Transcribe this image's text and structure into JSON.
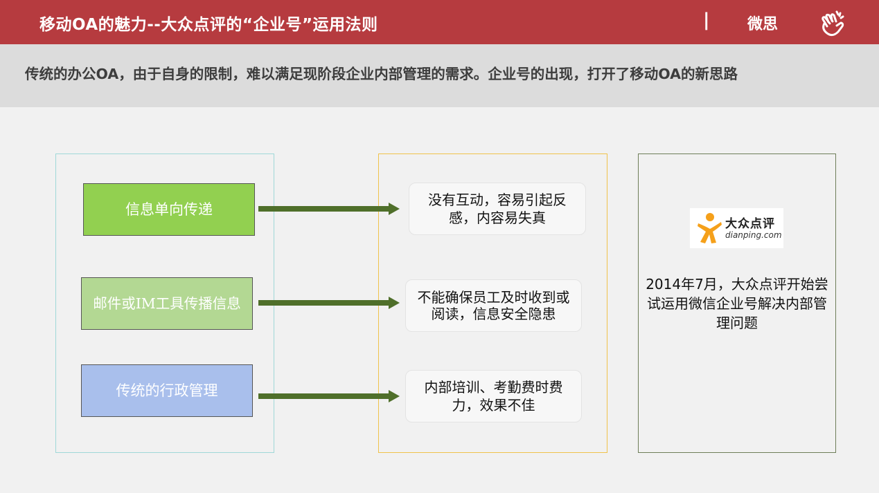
{
  "header": {
    "title": "移动OA的魅力--大众点评的“企业号”运用法则",
    "separator": "|",
    "brand": "微思"
  },
  "subtitle": "传统的办公OA，由于自身的限制，难以满足现阶段企业内部管理的需求。企业号的出现，打开了移动OA的新思路",
  "causes": [
    {
      "label": "信息单向传递"
    },
    {
      "label": "邮件或IM工具传播信息"
    },
    {
      "label": "传统的行政管理"
    }
  ],
  "effects": [
    {
      "text": "没有互动，容易引起反感，内容易失真"
    },
    {
      "text": "不能确保员工及时收到或阅读，信息安全隐患"
    },
    {
      "text": "内部培训、考勤费时费力，效果不佳"
    }
  ],
  "logo": {
    "name_cn": "大众点评",
    "name_en": "dianping.com"
  },
  "result": {
    "text": "2014年7月，大众点评开始尝试运用微信企业号解决内部管理问题"
  },
  "colors": {
    "header_bg": "#b63b3f",
    "arrow": "#4f6f2a",
    "logo_orange": "#f5a01a"
  },
  "icons": {
    "header_logo": "hand-wave-icon",
    "arrow": "right-arrow-icon",
    "dianping_mark": "dianping-person-icon"
  }
}
